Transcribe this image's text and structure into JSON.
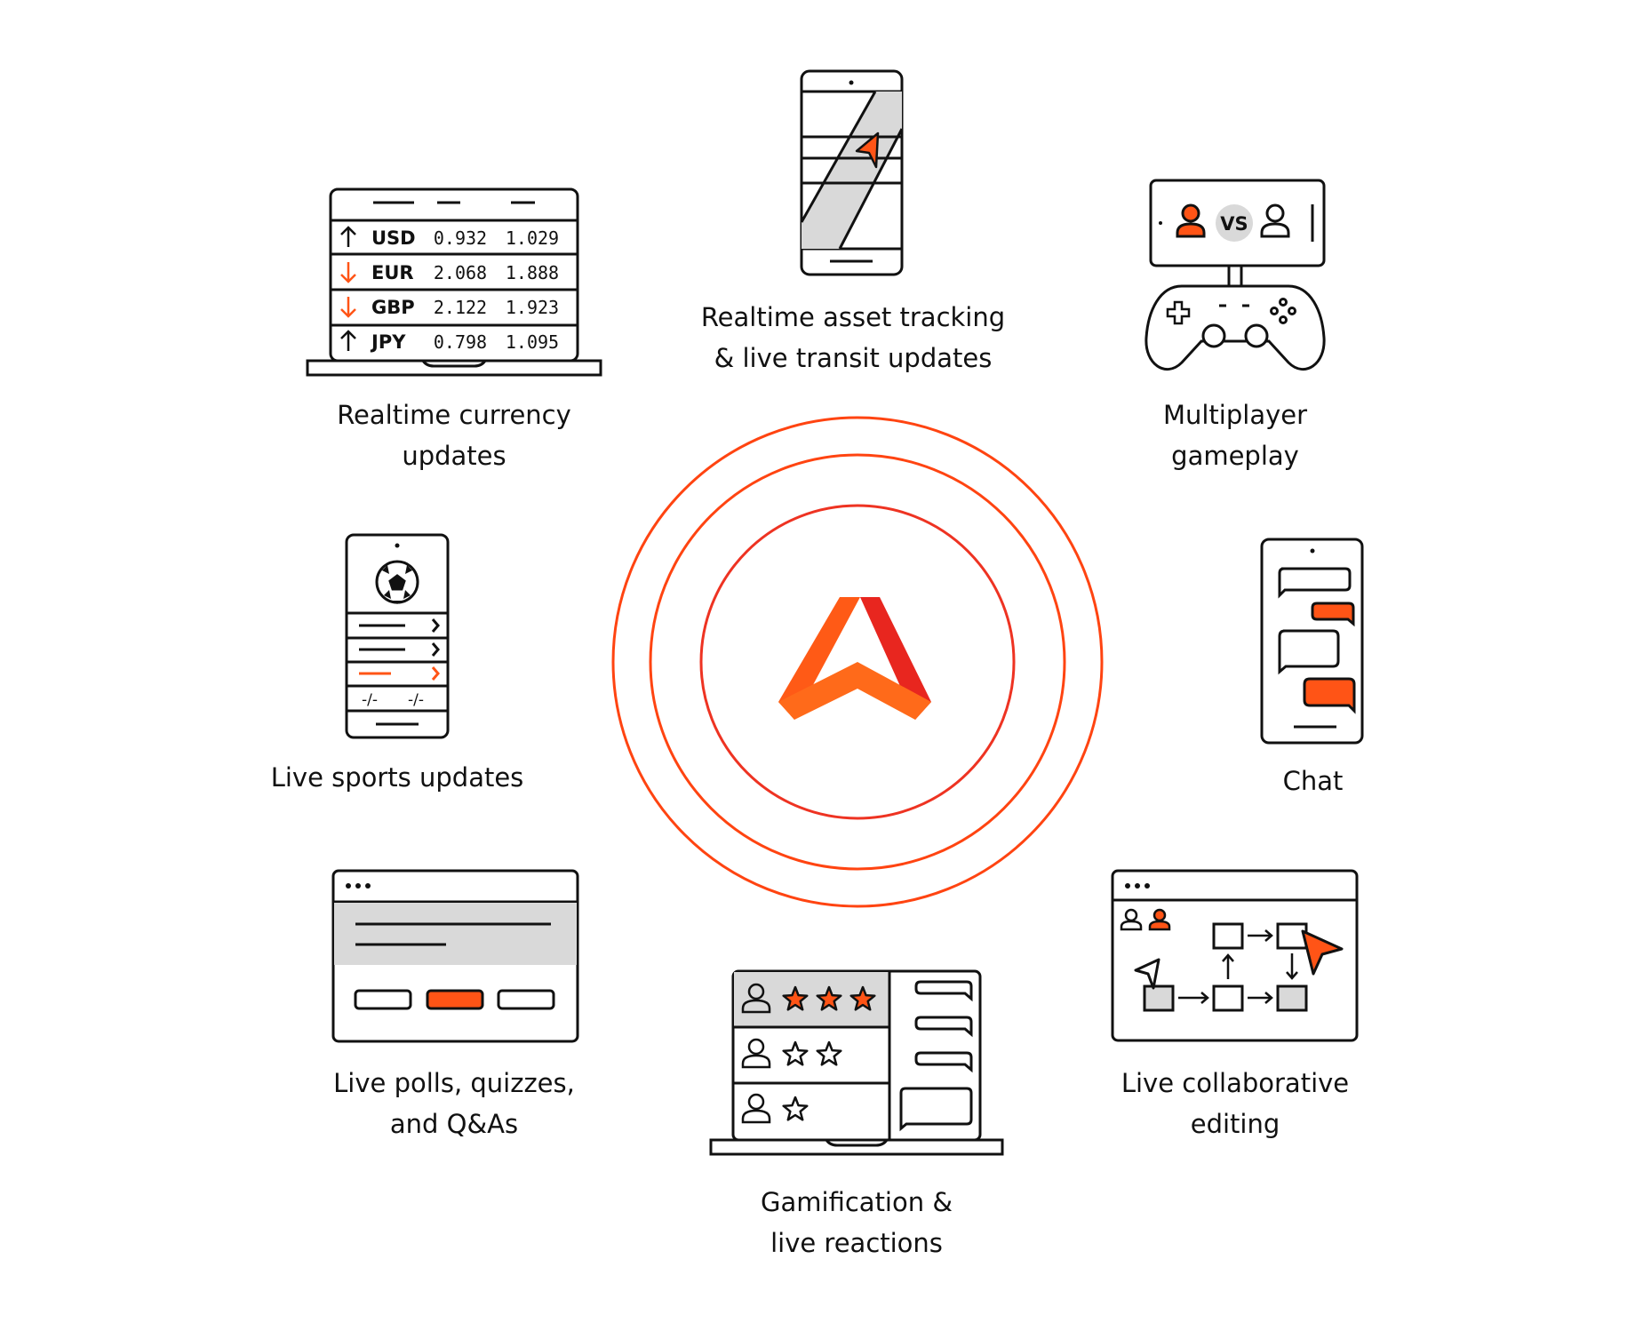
{
  "colors": {
    "accent": "#ff5416",
    "ring_outer": "#ff4411",
    "ring_inner": "#ee3322",
    "logo_light": "#ff6a1a",
    "logo_dark": "#e8261f",
    "stroke": "#111111",
    "fill_gray": "#d9d9d9"
  },
  "hub": {
    "logo_icon": "ably-logo-icon"
  },
  "use_cases": {
    "currency": {
      "label_line1": "Realtime currency",
      "label_line2": "updates",
      "rows": [
        {
          "direction": "up",
          "code": "USD",
          "bid": "0.932",
          "ask": "1.029"
        },
        {
          "direction": "down",
          "code": "EUR",
          "bid": "2.068",
          "ask": "1.888"
        },
        {
          "direction": "down",
          "code": "GBP",
          "bid": "2.122",
          "ask": "1.923"
        },
        {
          "direction": "up",
          "code": "JPY",
          "bid": "0.798",
          "ask": "1.095"
        }
      ]
    },
    "tracking": {
      "label_line1": "Realtime asset tracking",
      "label_line2": "& live transit updates"
    },
    "gaming": {
      "label_line1": "Multiplayer",
      "label_line2": "gameplay",
      "vs_text": "VS"
    },
    "sports": {
      "label": "Live sports updates",
      "score_left": "-/-",
      "score_right": "-/-"
    },
    "chat": {
      "label": "Chat"
    },
    "polls": {
      "label_line1": "Live polls, quizzes,",
      "label_line2": "and Q&As"
    },
    "gamification": {
      "label_line1": "Gamification &",
      "label_line2": "live reactions",
      "star_ratings": [
        3,
        2,
        1
      ]
    },
    "collab": {
      "label_line1": "Live collaborative",
      "label_line2": "editing"
    }
  }
}
